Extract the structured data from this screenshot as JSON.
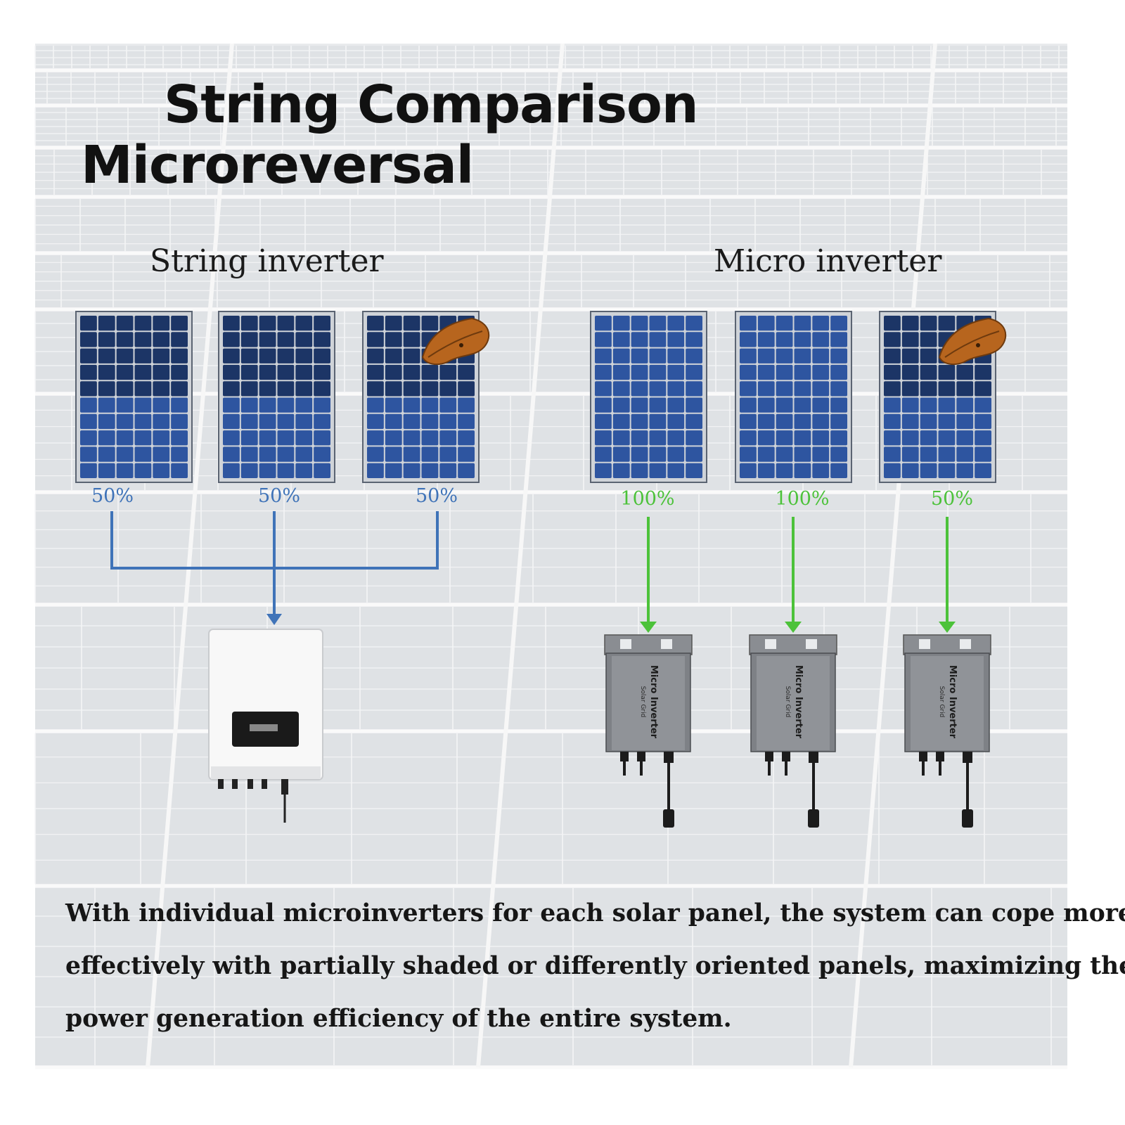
{
  "title": {
    "line1": "String Comparison",
    "line2": "Microreversal"
  },
  "string_side": {
    "heading": "String inverter",
    "panels": [
      {
        "output": "50%",
        "shaded": false
      },
      {
        "output": "50%",
        "shaded": false
      },
      {
        "output": "50%",
        "shaded": true
      }
    ]
  },
  "micro_side": {
    "heading": "Micro inverter",
    "panels": [
      {
        "output": "100%",
        "shaded": false
      },
      {
        "output": "100%",
        "shaded": false
      },
      {
        "output": "50%",
        "shaded": true
      }
    ],
    "device_label_small": "Solar Grid",
    "device_label": "Micro Inverter"
  },
  "description": {
    "lines": [
      "With individual microinverters for each solar panel, the system can cope more",
      "effectively with partially shaded or differently oriented panels, maximizing the",
      "power generation efficiency of the entire system."
    ]
  },
  "colors": {
    "string_arrow": "#3f73b8",
    "micro_arrow": "#4cc23a",
    "panel_dark": "#1c3566",
    "panel_light": "#2e55a0",
    "leaf": "#b7651e"
  }
}
